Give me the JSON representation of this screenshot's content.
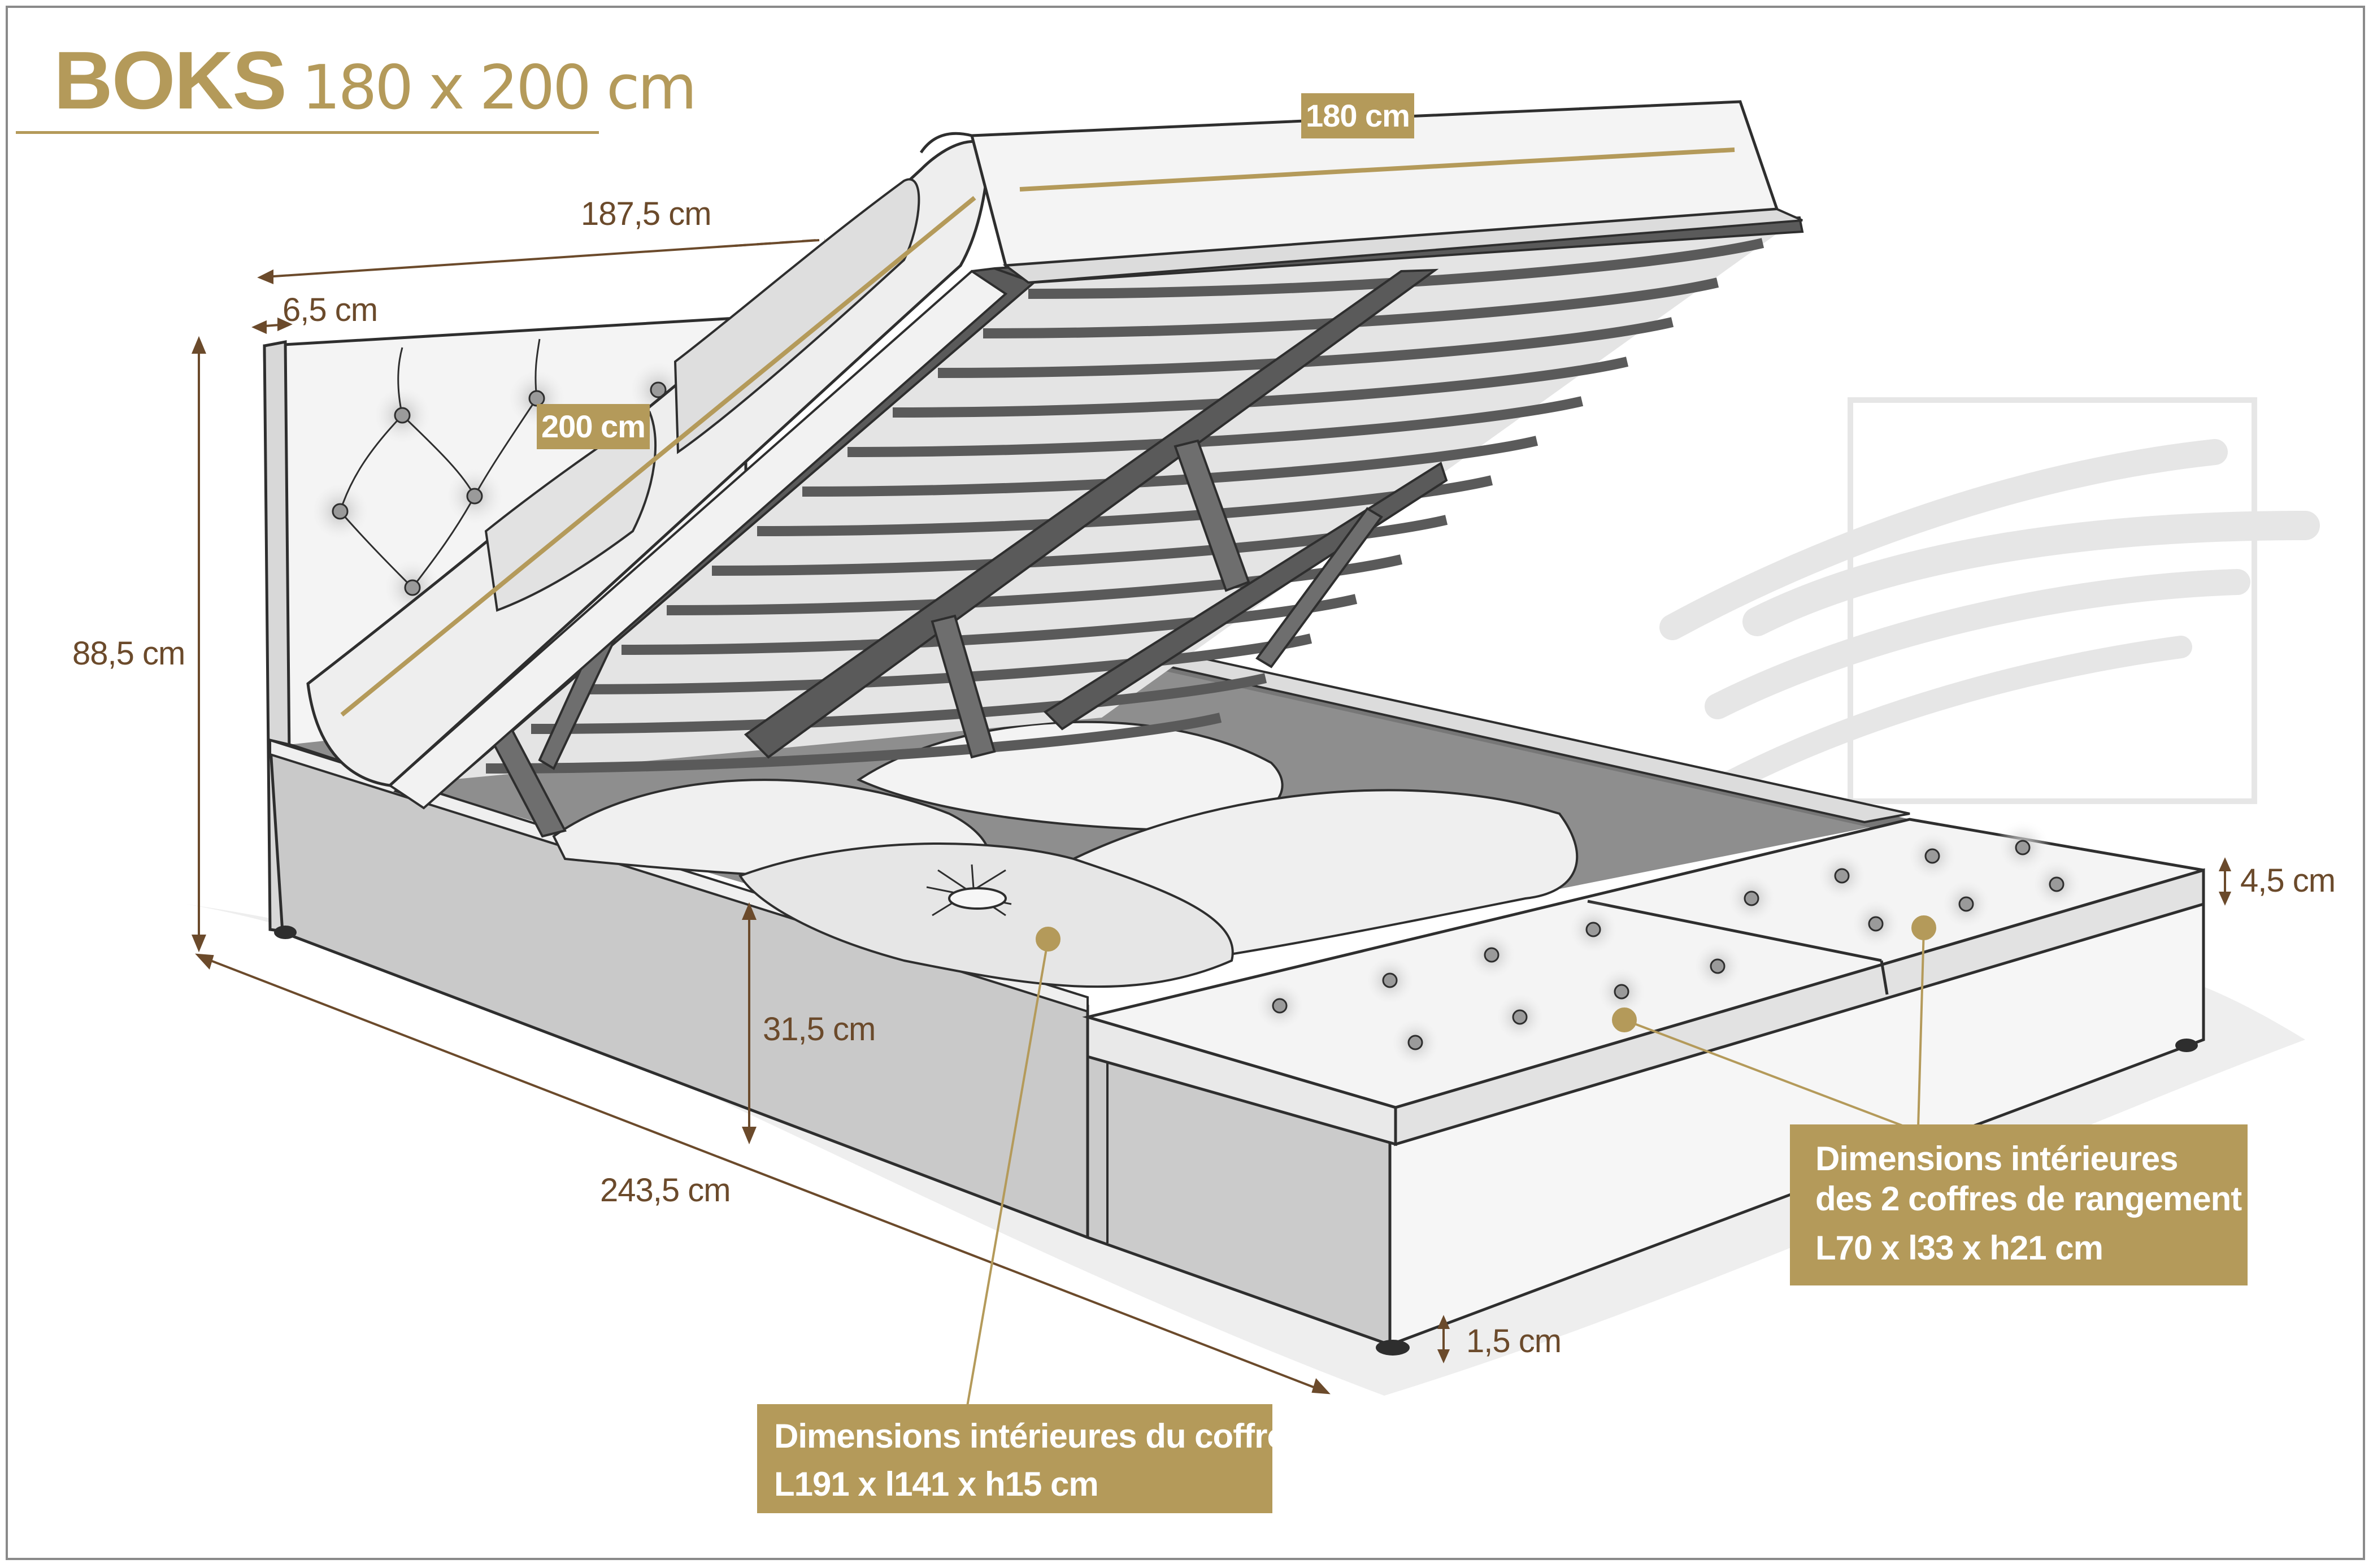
{
  "colors": {
    "gold": "#b49a5a",
    "brown": "#6b4a2b",
    "frame": "#8a8a8a",
    "outline": "#2e2e2e",
    "fabric_light": "#f2f2f2",
    "fabric_mid": "#dcdcdc",
    "fabric_dark": "#c4c4c4",
    "storage_dark": "#8e8e8e",
    "slat_dark": "#5a5a5a"
  },
  "title": {
    "name": "BOKS",
    "size": "180 x 200 cm"
  },
  "dimensions": {
    "mattress_width": "180 cm",
    "mattress_length": "200 cm",
    "total_width": "187,5 cm",
    "headboard_thickness": "6,5 cm",
    "total_height": "88,5 cm",
    "frame_height": "31,5 cm",
    "total_length": "243,5 cm",
    "cushion_thickness": "4,5 cm",
    "leg_height": "1,5 cm"
  },
  "notes": {
    "main_storage": {
      "title": "Dimensions intérieures du coffre :",
      "value": "L191 x l141 x h15 cm"
    },
    "side_storage": {
      "title_line1": "Dimensions intérieures",
      "title_line2": "des 2 coffres de rangement :",
      "value": "L70 x l33 x h21 cm"
    }
  }
}
